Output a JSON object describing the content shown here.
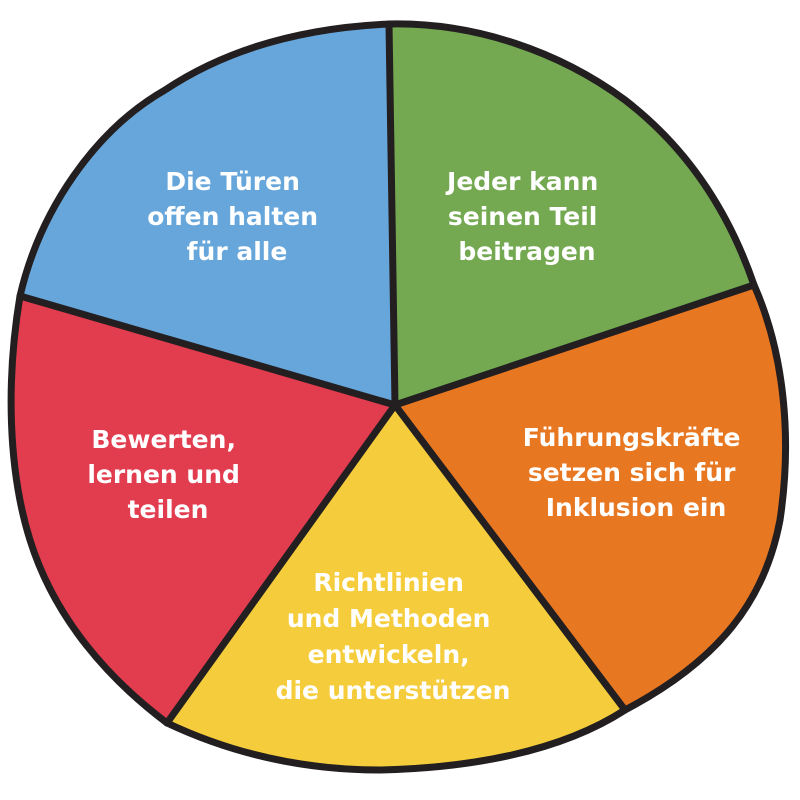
{
  "diagram": {
    "type": "segmented-wheel",
    "outline_color": "#231f20",
    "label_color": "#ffffff",
    "segments": [
      {
        "id": "blue",
        "color": "#66a6da",
        "lines": [
          "Die Türen",
          "offen halten",
          "für alle"
        ]
      },
      {
        "id": "green",
        "color": "#74a952",
        "lines": [
          "Jeder kann",
          "seinen Teil",
          "beitragen"
        ]
      },
      {
        "id": "orange",
        "color": "#e87722",
        "lines": [
          "Führungskräfte",
          "setzen sich für",
          "Inklusion ein"
        ]
      },
      {
        "id": "yellow",
        "color": "#f5cd3c",
        "lines": [
          "Richtlinien",
          "und Methoden",
          "entwickeln,",
          "die unterstützen"
        ]
      },
      {
        "id": "red",
        "color": "#e23c4f",
        "lines": [
          "Bewerten,",
          "lernen und",
          "teilen"
        ]
      }
    ]
  }
}
